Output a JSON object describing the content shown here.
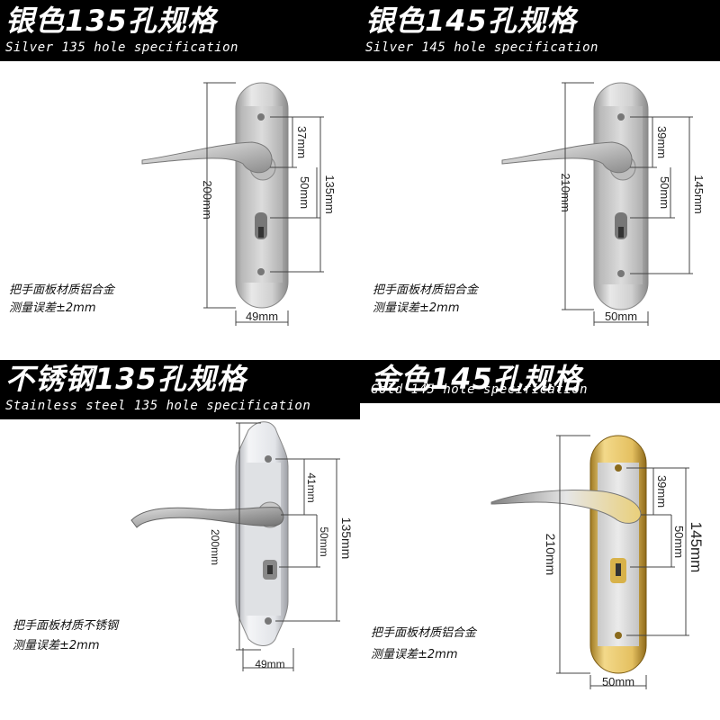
{
  "panels": [
    {
      "title": "银色135孔规格",
      "subtitle": "Silver 135 hole specification",
      "note_material": "把手面板材质铝合金",
      "note_tolerance": "测量误差±2mm",
      "dims": {
        "height": "200mm",
        "top": "37mm",
        "mid": "50mm",
        "holes": "135mm",
        "width": "49mm"
      }
    },
    {
      "title": "银色145孔规格",
      "subtitle": "Silver 145 hole specification",
      "note_material": "把手面板材质铝合金",
      "note_tolerance": "测量误差±2mm",
      "dims": {
        "height": "210mm",
        "top": "39mm",
        "mid": "50mm",
        "holes": "145mm",
        "width": "50mm"
      }
    },
    {
      "title": "不锈钢135孔规格",
      "subtitle": "Stainless steel 135 hole specification",
      "note_material": "把手面板材质不锈钢",
      "note_tolerance": "测量误差±2mm",
      "dims": {
        "height": "200mm",
        "top": "41mm",
        "mid": "50mm",
        "holes": "135mm",
        "width": "49mm"
      }
    },
    {
      "title": "金色145孔规格",
      "subtitle": "Gold 145 hole specification",
      "note_material": "把手面板材质铝合金",
      "note_tolerance": "测量误差±2mm",
      "dims": {
        "height": "210mm",
        "top": "39mm",
        "mid": "50mm",
        "holes": "145mm",
        "width": "50mm"
      }
    }
  ],
  "colors": {
    "banner": "#000000",
    "silver": "#c9c9c9",
    "stainless": "#d6d8dc",
    "gold": "#d9b24a",
    "dimension_line": "#444444"
  }
}
